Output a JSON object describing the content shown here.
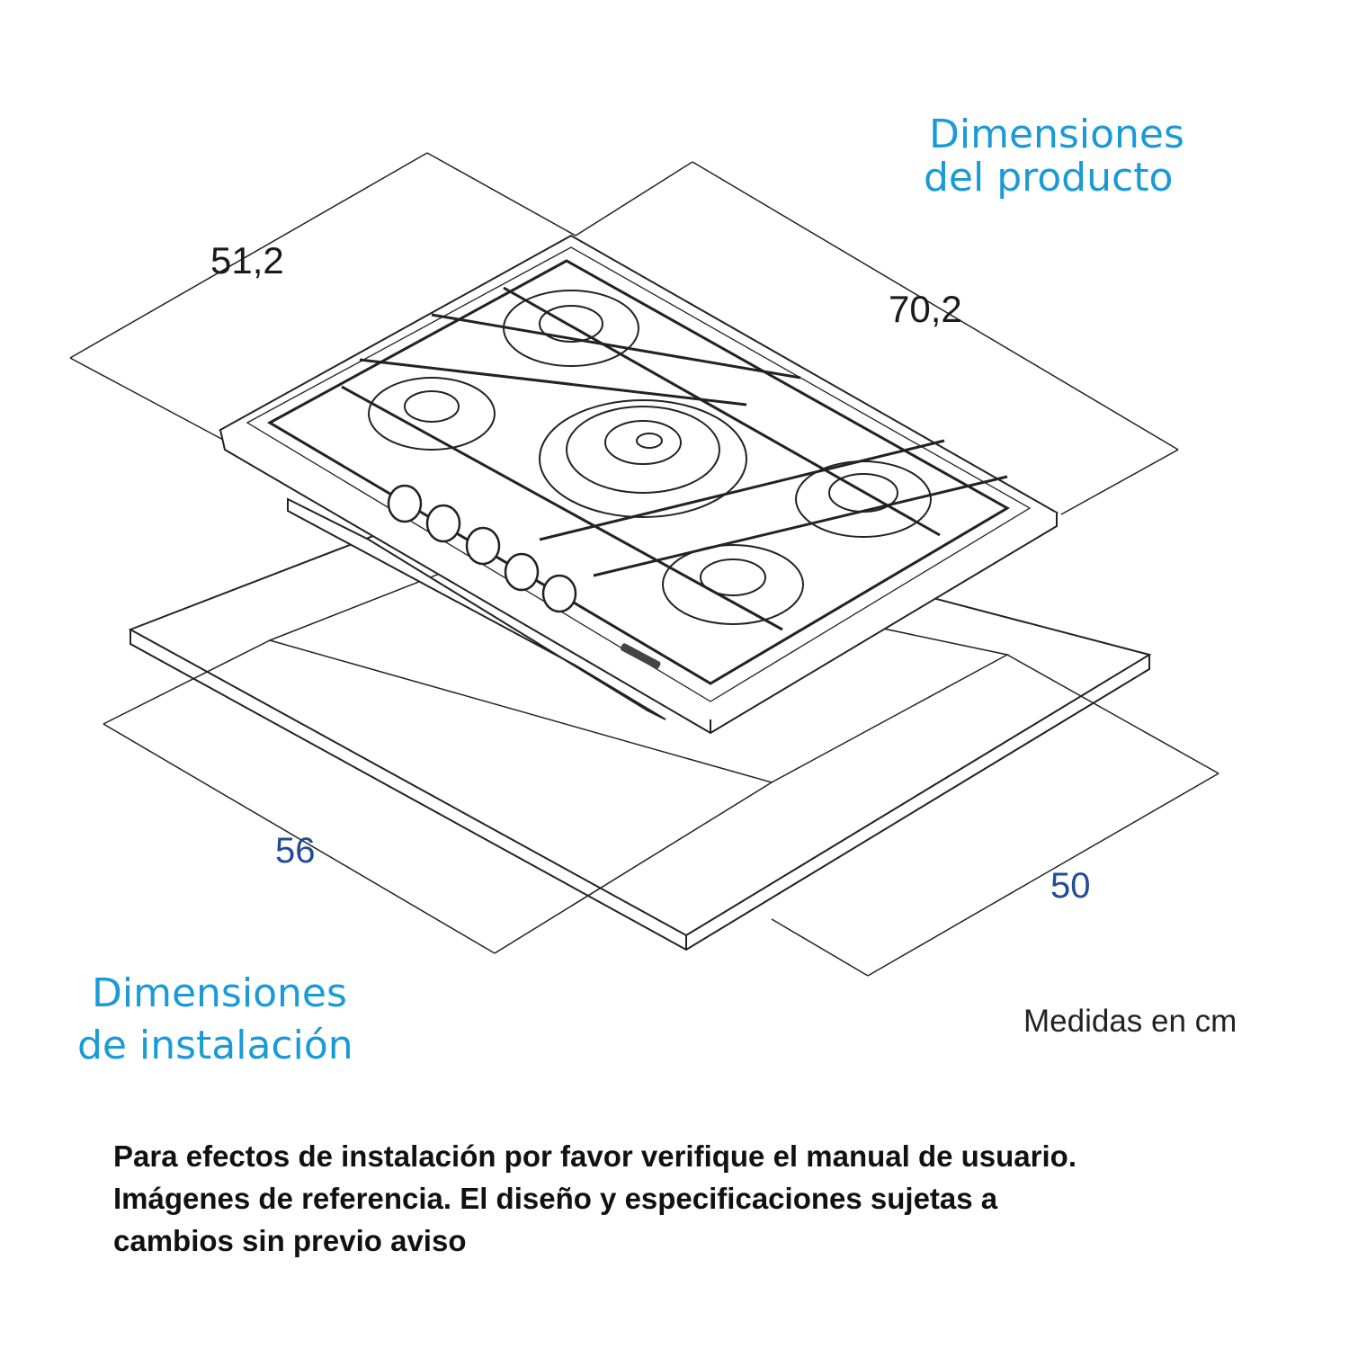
{
  "product_heading": {
    "line1": "Dimensiones",
    "line2": "del producto"
  },
  "install_heading": {
    "line1": "Dimensiones",
    "line2": "de instalación"
  },
  "dimensions": {
    "depth": "51,2",
    "width": "70,2",
    "cutout_width": "56",
    "cutout_depth": "50"
  },
  "units_note": "Medidas en cm",
  "disclaimer": {
    "line1": "Para efectos de instalación por favor verifique el manual de usuario.",
    "line2": "Imágenes de referencia. El diseño y especificaciones sujetas a",
    "line3": "cambios sin previo aviso"
  },
  "colors": {
    "heading": "#1a9ad6",
    "dimension_blue": "#234c96",
    "line": "#222222"
  }
}
